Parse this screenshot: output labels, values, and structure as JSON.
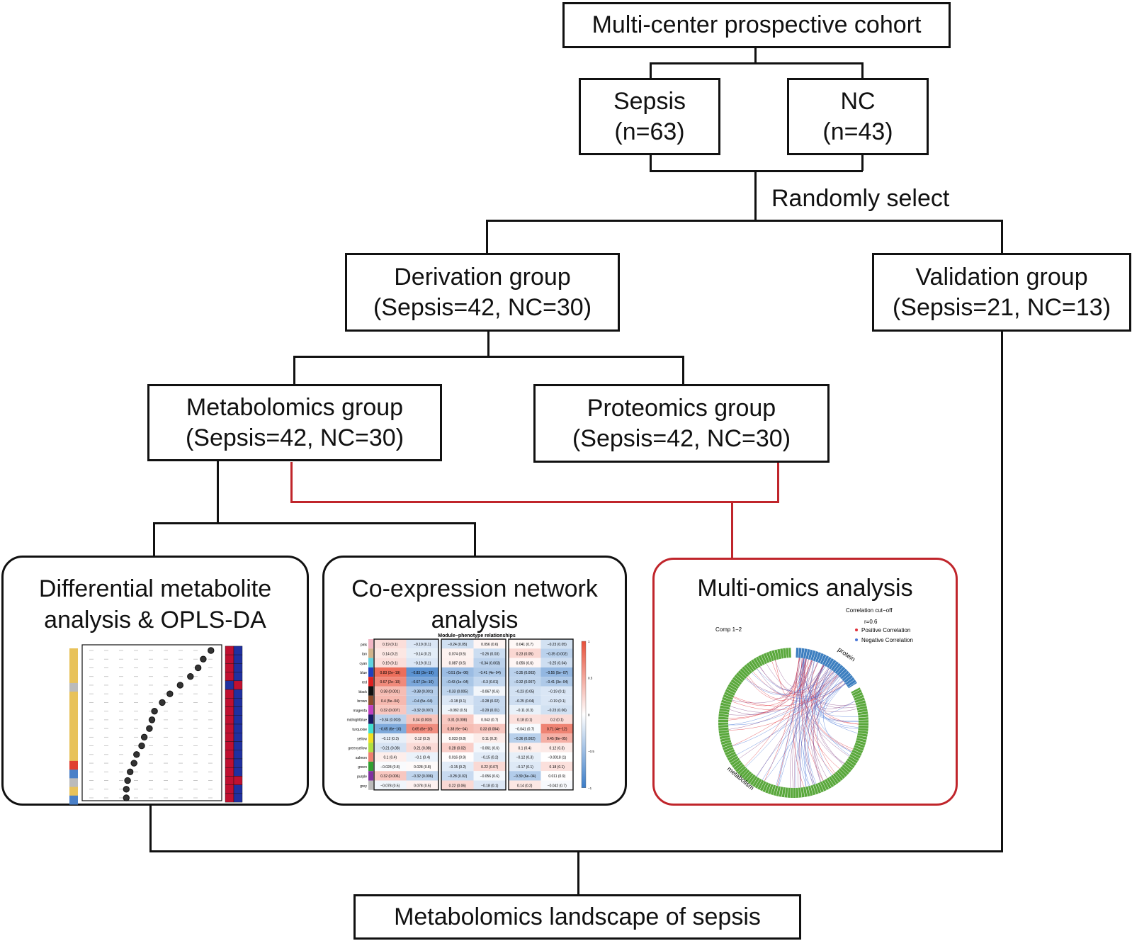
{
  "boxes": {
    "cohort": "Multi-center prospective cohort",
    "sepsis": {
      "name": "Sepsis",
      "n": "(n=63)"
    },
    "nc": {
      "name": "NC",
      "n": "(n=43)"
    },
    "random_select": "Randomly select",
    "derivation": {
      "name": "Derivation group",
      "detail": "(Sepsis=42, NC=30)"
    },
    "validation": {
      "name": "Validation group",
      "detail": "(Sepsis=21, NC=13)"
    },
    "metabolomics": {
      "name": "Metabolomics group",
      "detail": "(Sepsis=42, NC=30)"
    },
    "proteomics": {
      "name": "Proteomics group",
      "detail": "(Sepsis=42, NC=30)"
    },
    "landscape": "Metabolomics landscape of sepsis"
  },
  "panels": {
    "differential": {
      "title_1": "Differential metabolite",
      "title_2": "analysis & OPLS-DA",
      "dot_levels": [
        0.96,
        0.9,
        0.86,
        0.8,
        0.72,
        0.64,
        0.58,
        0.52,
        0.5,
        0.48,
        0.44,
        0.42,
        0.38,
        0.36,
        0.33,
        0.31,
        0.3,
        0.3
      ]
    },
    "coexpression": {
      "title_1": "Co-expression network",
      "title_2": "analysis",
      "heatmap_title": "Module−phenotype relationships",
      "modules": [
        "pink",
        "tan",
        "cyan",
        "blue",
        "red",
        "black",
        "brown",
        "magenta",
        "midnightblue",
        "turquoise",
        "yellow",
        "greenyellow",
        "salmon",
        "green",
        "purple",
        "grey"
      ],
      "module_colors": [
        "#f2b5c4",
        "#d2b48c",
        "#5fd3e0",
        "#1f3fbf",
        "#e02020",
        "#111111",
        "#8b4a2b",
        "#c040c0",
        "#1a1a66",
        "#40e0d0",
        "#f0e020",
        "#b0e040",
        "#f08070",
        "#30a030",
        "#8030a0",
        "#bbbbbb"
      ],
      "cells": [
        [
          "0.19 (0.1)",
          "−0.19 (0.1)",
          "−0.24 (0.05)",
          "0.056 (0.6)",
          "0.041 (0.7)",
          "−0.23 (0.05)"
        ],
        [
          "0.14 (0.2)",
          "−0.14 (0.2)",
          "0.074 (0.5)",
          "−0.26 (0.03)",
          "0.23 (0.05)",
          "−0.35 (0.002)"
        ],
        [
          "0.19 (0.1)",
          "−0.19 (0.1)",
          "0.087 (0.5)",
          "−0.34 (0.003)",
          "0.056 (0.6)",
          "−0.25 (0.04)"
        ],
        [
          "0.83 (2e−19)",
          "−0.83 (2e−19)",
          "−0.51 (5e−06)",
          "−0.41 (4e−04)",
          "−0.35 (0.003)",
          "−0.55 (5e−07)"
        ],
        [
          "0.67 (2e−10)",
          "−0.67 (2e−10)",
          "−0.43 (1e−04)",
          "−0.3 (0.01)",
          "−0.32 (0.007)",
          "−0.41 (3e−04)"
        ],
        [
          "0.38 (0.001)",
          "−0.38 (0.001)",
          "−0.33 (0.005)",
          "−0.067 (0.6)",
          "−0.23 (0.05)",
          "−0.19 (0.1)"
        ],
        [
          "0.4 (5e−04)",
          "−0.4 (5e−04)",
          "−0.18 (0.1)",
          "−0.28 (0.02)",
          "−0.25 (0.04)",
          "−0.19 (0.1)"
        ],
        [
          "0.32 (0.007)",
          "−0.32 (0.007)",
          "−0.082 (0.5)",
          "−0.29 (0.01)",
          "−0.11 (0.3)",
          "−0.23 (0.06)"
        ],
        [
          "−0.34 (0.003)",
          "0.34 (0.003)",
          "0.31 (0.008)",
          "0.043 (0.7)",
          "0.18 (0.1)",
          "0.2 (0.1)"
        ],
        [
          "−0.65 (6e−10)",
          "0.65 (6e−10)",
          "0.38 (9e−04)",
          "0.33 (0.004)",
          "−0.041 (0.7)",
          "0.71 (4e−12)"
        ],
        [
          "−0.12 (0.3)",
          "0.12 (0.3)",
          "0.033 (0.8)",
          "0.11 (0.3)",
          "−0.36 (0.002)",
          "0.45 (8e−05)"
        ],
        [
          "−0.21 (0.08)",
          "0.21 (0.08)",
          "0.28 (0.02)",
          "−0.061 (0.6)",
          "0.1 (0.4)",
          "0.12 (0.3)"
        ],
        [
          "0.1 (0.4)",
          "−0.1 (0.4)",
          "0.016 (0.9)",
          "−0.15 (0.2)",
          "−0.12 (0.3)",
          "−0.0018 (1)"
        ],
        [
          "−0.028 (0.8)",
          "0.028 (0.8)",
          "−0.15 (0.2)",
          "0.22 (0.07)",
          "−0.17 (0.1)",
          "0.18 (0.1)"
        ],
        [
          "0.32 (0.006)",
          "−0.32 (0.006)",
          "−0.28 (0.02)",
          "−0.056 (0.6)",
          "−0.39 (6e−04)",
          "0.011 (0.9)"
        ],
        [
          "−0.078 (0.5)",
          "0.078 (0.5)",
          "0.22 (0.06)",
          "−0.18 (0.1)",
          "0.14 (0.2)",
          "−0.042 (0.7)"
        ]
      ],
      "values": [
        [
          0.19,
          -0.19,
          -0.24,
          0.056,
          0.041,
          -0.23
        ],
        [
          0.14,
          -0.14,
          0.074,
          -0.26,
          0.23,
          -0.35
        ],
        [
          0.19,
          -0.19,
          0.087,
          -0.34,
          0.056,
          -0.25
        ],
        [
          0.83,
          -0.83,
          -0.51,
          -0.41,
          -0.35,
          -0.55
        ],
        [
          0.67,
          -0.67,
          -0.43,
          -0.3,
          -0.32,
          -0.41
        ],
        [
          0.38,
          -0.38,
          -0.33,
          -0.067,
          -0.23,
          -0.19
        ],
        [
          0.4,
          -0.4,
          -0.18,
          -0.28,
          -0.25,
          -0.19
        ],
        [
          0.32,
          -0.32,
          -0.082,
          -0.29,
          -0.11,
          -0.23
        ],
        [
          -0.34,
          0.34,
          0.31,
          0.043,
          0.18,
          0.2
        ],
        [
          -0.65,
          0.65,
          0.38,
          0.33,
          -0.041,
          0.71
        ],
        [
          -0.12,
          0.12,
          0.033,
          0.11,
          -0.36,
          0.45
        ],
        [
          -0.21,
          0.21,
          0.28,
          -0.061,
          0.1,
          0.12
        ],
        [
          0.1,
          -0.1,
          0.016,
          -0.15,
          -0.12,
          -0.0018
        ],
        [
          -0.028,
          0.028,
          -0.15,
          0.22,
          -0.17,
          0.18
        ],
        [
          0.32,
          -0.32,
          -0.28,
          -0.056,
          -0.39,
          0.011
        ],
        [
          -0.078,
          0.078,
          0.22,
          -0.18,
          0.14,
          -0.042
        ]
      ],
      "legend_ticks": [
        "1",
        "0.5",
        "0",
        "−0.5",
        "−1"
      ]
    },
    "multiomics": {
      "title": "Multi-omics analysis",
      "comp_label": "Comp 1−2",
      "cutoff_title": "Correlation cut−off",
      "cutoff_value": "r=0.6",
      "positive_label": "Positive Correlation",
      "negative_label": "Negative Correlation",
      "protein_label": "protein",
      "metabolism_label": "metabolism"
    }
  },
  "colors": {
    "line": "#111111",
    "accent_red": "#c0252b",
    "positive": "#e0303a",
    "negative": "#4a78d8",
    "protein_ring": "#3d7fc0",
    "metabolism_ring": "#5aa83c",
    "pos_heat": "#e8503a",
    "neg_heat": "#3a7cc8",
    "class_red": "#c01030",
    "class_blue": "#2030a0"
  }
}
